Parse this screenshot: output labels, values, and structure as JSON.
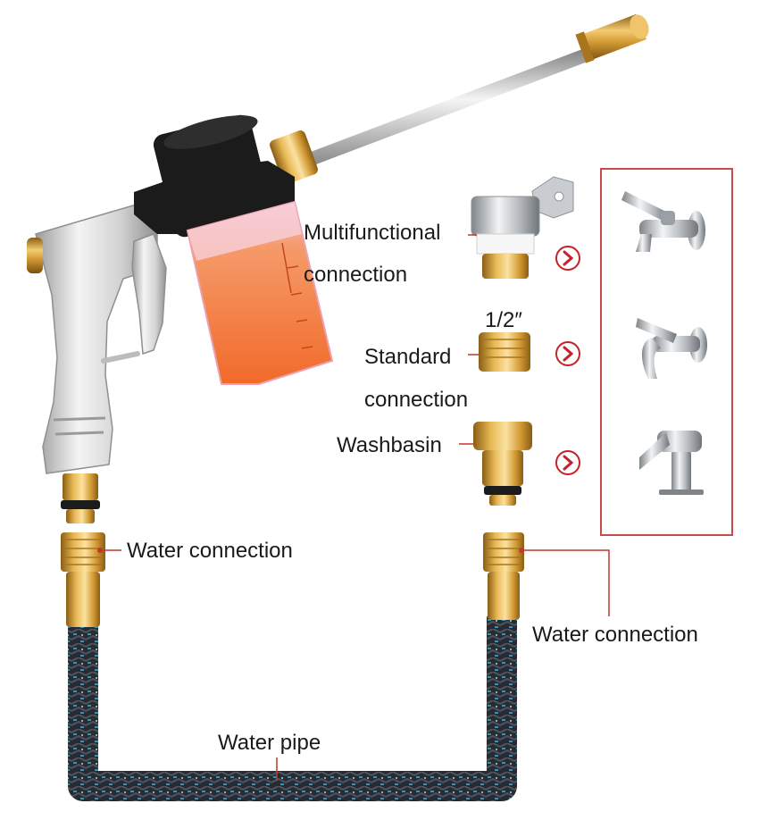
{
  "labels": {
    "multifunctional_line1": "Multifunctional",
    "multifunctional_line2": "connection",
    "half_inch": "1/2″",
    "standard_line1": "Standard",
    "standard_line2": "connection",
    "washbasin": "Washbasin",
    "water_connection_left": "Water connection",
    "water_connection_right": "Water connection",
    "water_pipe": "Water pipe"
  },
  "colors": {
    "brass": "#d9a441",
    "brass_dark": "#a8741c",
    "gun_silver": "#dcdcdc",
    "gun_black": "#1b1b1b",
    "foam_orange": "#f47a3a",
    "foam_pink": "#f6b7c4",
    "arrow_red": "#c8202a",
    "callout_red": "#c0392b",
    "frame_red": "#c94a4a",
    "hose_dark": "#2b3036",
    "hose_blue": "#2ab0d8",
    "chrome": "#bfc3c7"
  },
  "icons": [
    "spray-gun",
    "brass-nozzle",
    "foam-bottle",
    "universal-tap-adapter",
    "half-inch-brass-coupler",
    "quick-connector",
    "hose",
    "wall-tap-icon",
    "wall-tap-2-icon",
    "basin-mixer-icon",
    "chevron-right-circle-icon"
  ]
}
